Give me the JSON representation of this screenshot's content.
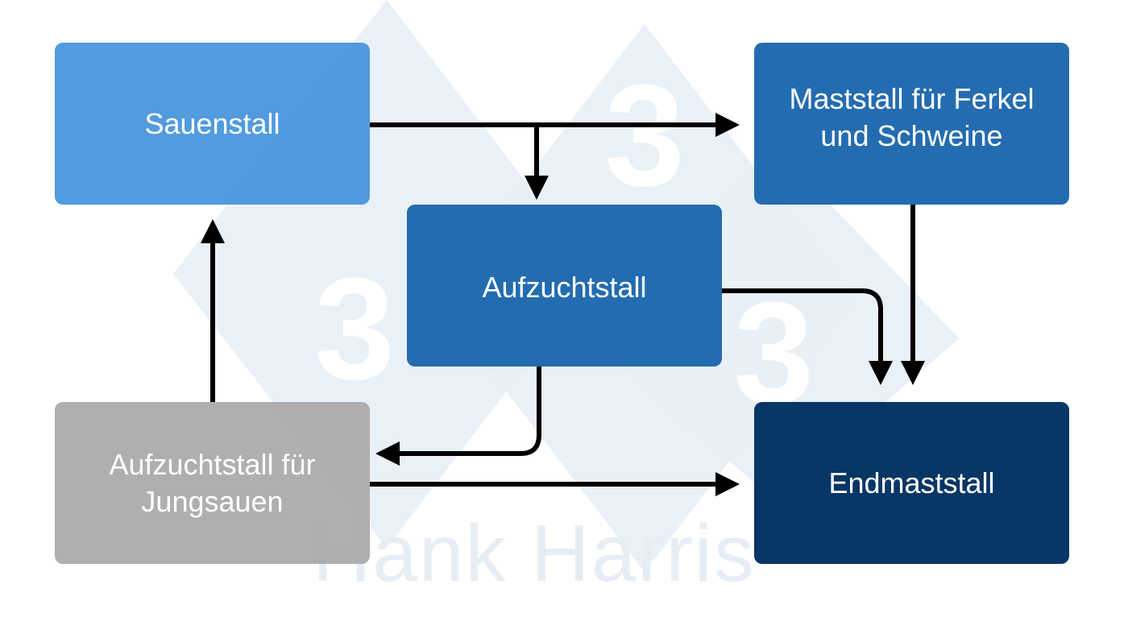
{
  "diagram": {
    "type": "flowchart",
    "watermark": "Hank Harris",
    "watermark_logo_glyph": "3",
    "colors": {
      "sauenstall": "#4f9ddf",
      "maststall": "#1f6cb0",
      "aufzuchtstall": "#1f6cb0",
      "jungsauen": "#afafaf",
      "endmaststall": "#02335f",
      "arrow": "#000000",
      "watermark": "#e6edf5"
    },
    "nodes": [
      {
        "id": "sauenstall",
        "label": "Sauenstall"
      },
      {
        "id": "maststall",
        "label": "Maststall für Ferkel\nund Schweine"
      },
      {
        "id": "aufzuchtstall",
        "label": "Aufzuchtstall"
      },
      {
        "id": "jungsauen",
        "label": "Aufzuchtstall für\nJungsauen"
      },
      {
        "id": "endmaststall",
        "label": "Endmaststall"
      }
    ],
    "edges": [
      {
        "from": "sauenstall",
        "to": "maststall"
      },
      {
        "from": "sauenstall",
        "to": "aufzuchtstall"
      },
      {
        "from": "aufzuchtstall",
        "to": "endmaststall"
      },
      {
        "from": "maststall",
        "to": "endmaststall"
      },
      {
        "from": "aufzuchtstall",
        "to": "jungsauen"
      },
      {
        "from": "jungsauen",
        "to": "sauenstall"
      },
      {
        "from": "jungsauen",
        "to": "endmaststall"
      }
    ]
  }
}
